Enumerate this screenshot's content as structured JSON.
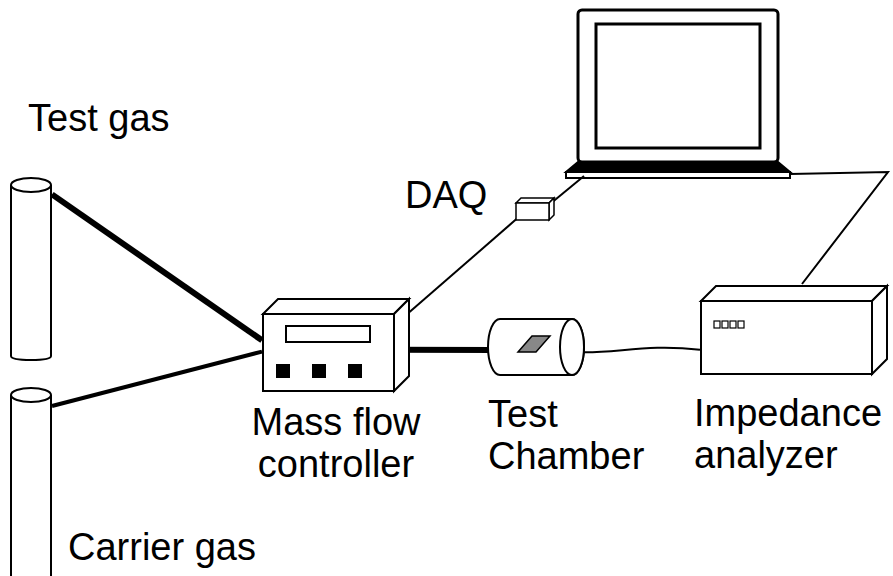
{
  "diagram": {
    "nodes": [
      {
        "text": [
          "Test gas"
        ]
      },
      {
        "text": [
          "Carrier gas"
        ]
      },
      {
        "text": [
          "Mass flow controller"
        ]
      },
      {
        "text": [
          "DAQ"
        ]
      },
      {
        "text": [
          "Test Chamber"
        ]
      },
      {
        "text": [
          "Impedance analyzer"
        ]
      }
    ],
    "edges": [
      {
        "from": 0,
        "to": 2,
        "arrow": "none"
      },
      {
        "from": 1,
        "to": 2,
        "arrow": "none"
      },
      {
        "from": 2,
        "to": 4,
        "arrow": "none"
      },
      {
        "from": 2,
        "to": 3,
        "arrow": "none"
      },
      {
        "from": 4,
        "to": 5,
        "arrow": "none"
      }
    ]
  }
}
